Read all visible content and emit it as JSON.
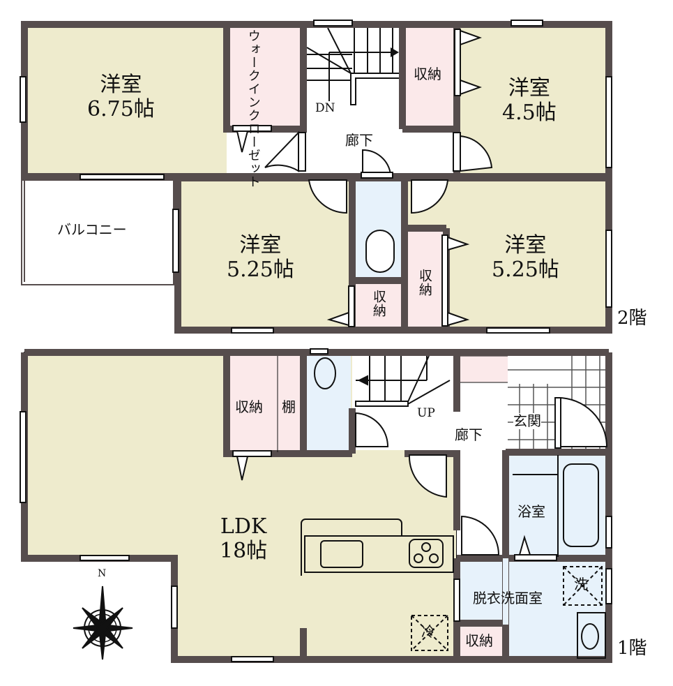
{
  "floor2": {
    "label": "2階",
    "rooms": {
      "western_675": {
        "name": "洋室",
        "size": "6.75帖"
      },
      "western_45": {
        "name": "洋室",
        "size": "4.5帖"
      },
      "western_525_left": {
        "name": "洋室",
        "size": "5.25帖"
      },
      "western_525_right": {
        "name": "洋室",
        "size": "5.25帖"
      },
      "walk_in_closet": "ウォークインクローゼット",
      "storage_top": "収納",
      "storage_small": "収納",
      "storage_right": "収納",
      "hallway": "廊下",
      "balcony": "バルコニー",
      "stairs": "DN"
    }
  },
  "floor1": {
    "label": "1階",
    "rooms": {
      "ldk": {
        "name": "LDK",
        "size": "18帖"
      },
      "storage": "収納",
      "shelf": "棚",
      "stairs": "UP",
      "hallway": "廊下",
      "entrance": "玄関",
      "bathroom": "浴室",
      "washroom": "脱衣洗面室",
      "storage_wash": "収納",
      "washer": "洗",
      "fridge": "冷"
    }
  },
  "compass": {
    "north": "N"
  },
  "colors": {
    "wall": "#564d4d",
    "room": "#eeebcd",
    "storage": "#fbe9ea",
    "wet": "#e7f2fb"
  }
}
